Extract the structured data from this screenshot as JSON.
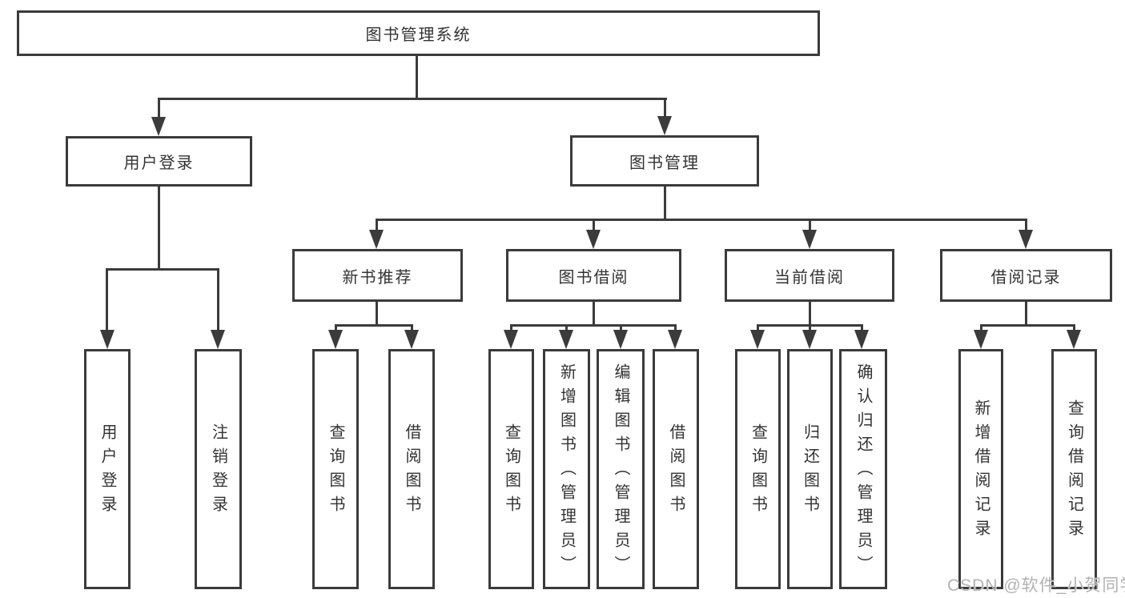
{
  "tree": {
    "label": "图书管理系统",
    "children": [
      {
        "label": "用户登录",
        "children": [
          {
            "label": "用户登录"
          },
          {
            "label": "注销登录"
          }
        ]
      },
      {
        "label": "图书管理",
        "children": [
          {
            "label": "新书推荐",
            "children": [
              {
                "label": "查询图书"
              },
              {
                "label": "借阅图书"
              }
            ]
          },
          {
            "label": "图书借阅",
            "children": [
              {
                "label": "查询图书"
              },
              {
                "label": "新增图书（管理员）"
              },
              {
                "label": "编辑图书（管理员）"
              },
              {
                "label": "借阅图书"
              }
            ]
          },
          {
            "label": "当前借阅",
            "children": [
              {
                "label": "查询图书"
              },
              {
                "label": "归还图书"
              },
              {
                "label": "确认归还（管理员）"
              }
            ]
          },
          {
            "label": "借阅记录",
            "children": [
              {
                "label": "新增借阅记录"
              },
              {
                "label": "查询借阅记录"
              }
            ]
          }
        ]
      }
    ]
  },
  "watermark": "CSDN @软件_小贺同学",
  "colors": {
    "line": "#3b3b3b",
    "text": "#333333",
    "watermark": "#b2b2b2",
    "background": "#ffffff"
  }
}
